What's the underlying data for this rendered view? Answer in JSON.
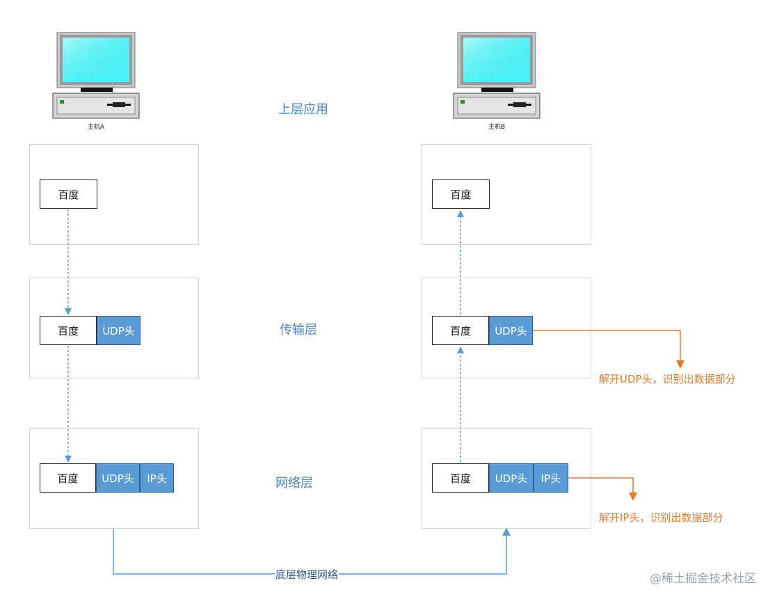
{
  "hosts": {
    "a": {
      "label": "主机A"
    },
    "b": {
      "label": "主机B"
    }
  },
  "layers": {
    "application": "上层应用",
    "transport": "传输层",
    "network": "网络层"
  },
  "cells": {
    "data": "百度",
    "udp_header": "UDP头",
    "ip_header": "IP头"
  },
  "notes": {
    "udp_unpack": "解开UDP头，识别出数据部分",
    "ip_unpack": "解开IP头，识别出数据部分"
  },
  "physical_network": "底层物理网络",
  "watermark": "@稀土掘金技术社区",
  "colors": {
    "header_blue": "#5b9bd5",
    "layer_text": "#4a86c5",
    "annotation_orange": "#e07b2a",
    "flow_line": "#5b9bd5"
  }
}
